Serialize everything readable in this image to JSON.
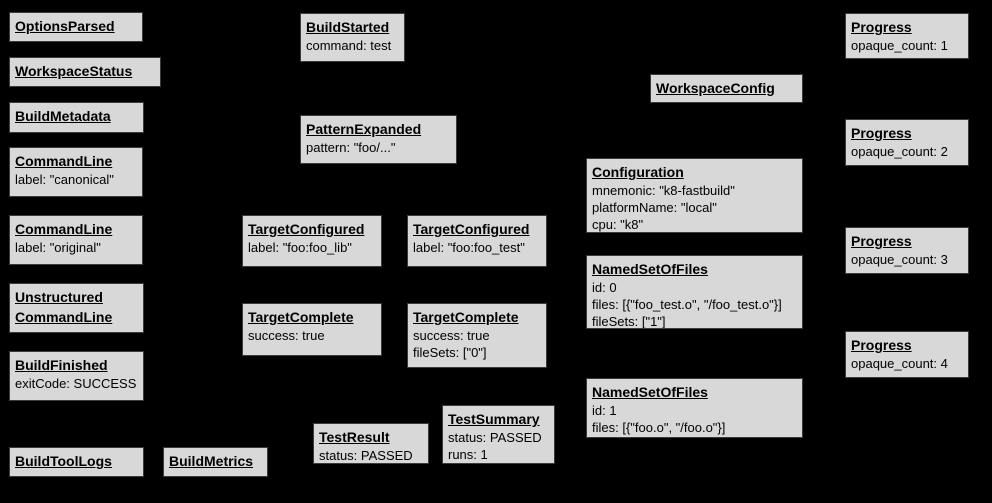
{
  "diagram": {
    "background_color": "#000000",
    "box_fill_color": "#d8d8d8",
    "box_border_color": "#3b3b3b",
    "text_color": "#000000"
  },
  "nodes": [
    {
      "title": "OptionsParsed",
      "lines": []
    },
    {
      "title": "WorkspaceStatus",
      "lines": []
    },
    {
      "title": "BuildMetadata",
      "lines": []
    },
    {
      "title": "CommandLine",
      "lines": [
        "label: \"canonical\""
      ]
    },
    {
      "title": "CommandLine",
      "lines": [
        "label: \"original\""
      ]
    },
    {
      "title": "Unstructured CommandLine",
      "lines": []
    },
    {
      "title": "BuildFinished",
      "lines": [
        "exitCode: SUCCESS"
      ]
    },
    {
      "title": "BuildToolLogs",
      "lines": []
    },
    {
      "title": "BuildMetrics",
      "lines": []
    },
    {
      "title": "BuildStarted",
      "lines": [
        "command: test"
      ]
    },
    {
      "title": "PatternExpanded",
      "lines": [
        "pattern: \"foo/...\""
      ]
    },
    {
      "title": "TargetConfigured",
      "lines": [
        "label: \"foo:foo_lib\""
      ]
    },
    {
      "title": "TargetConfigured",
      "lines": [
        "label: \"foo:foo_test\""
      ]
    },
    {
      "title": "TargetComplete",
      "lines": [
        "success: true"
      ]
    },
    {
      "title": "TargetComplete",
      "lines": [
        "success: true",
        "fileSets: [\"0\"]"
      ]
    },
    {
      "title": "TestResult",
      "lines": [
        "status: PASSED"
      ]
    },
    {
      "title": "TestSummary",
      "lines": [
        "status: PASSED",
        "runs: 1"
      ]
    },
    {
      "title": "WorkspaceConfig",
      "lines": []
    },
    {
      "title": "Configuration",
      "lines": [
        "mnemonic: \"k8-fastbuild\"",
        "platformName: \"local\"",
        "cpu: \"k8\""
      ]
    },
    {
      "title": "NamedSetOfFiles",
      "lines": [
        "id: 0",
        "files: [{\"foo_test.o\", \"/foo_test.o\"}]",
        "fileSets: [\"1\"]"
      ]
    },
    {
      "title": "NamedSetOfFiles",
      "lines": [
        "id: 1",
        "files: [{\"foo.o\", \"/foo.o\"}]"
      ]
    },
    {
      "title": "Progress",
      "lines": [
        "opaque_count: 1"
      ]
    },
    {
      "title": "Progress",
      "lines": [
        "opaque_count: 2"
      ]
    },
    {
      "title": "Progress",
      "lines": [
        "opaque_count: 3"
      ]
    },
    {
      "title": "Progress",
      "lines": [
        "opaque_count: 4"
      ]
    }
  ]
}
